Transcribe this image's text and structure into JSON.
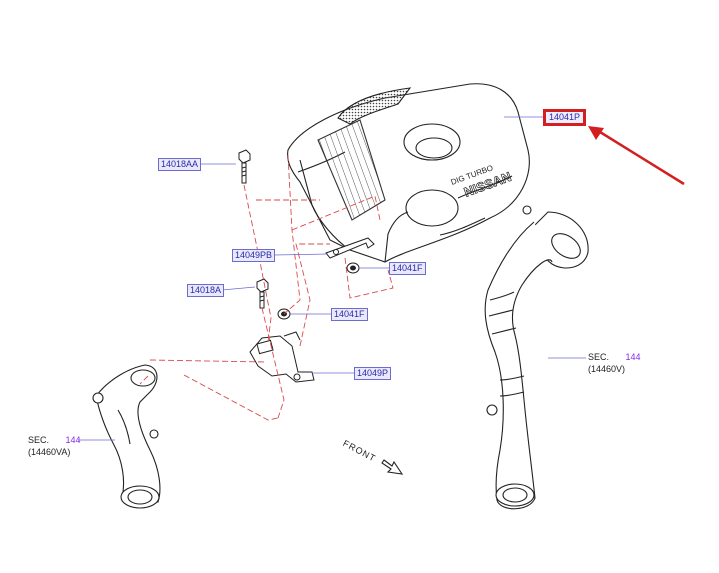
{
  "labels": {
    "p14041P": "14041P",
    "p14018AA": "14018AA",
    "p14049PB": "14049PB",
    "p14041F_a": "14041F",
    "p14018A": "14018A",
    "p14041F_b": "14041F",
    "p14049P": "14049P"
  },
  "sections": {
    "right": {
      "sec": "SEC.",
      "num": "144",
      "code": "(14460V)"
    },
    "left": {
      "sec": "SEC.",
      "num": "144",
      "code": "(14460VA)"
    }
  },
  "engine_cover_text": {
    "brand": "NISSAN",
    "engine": "DIG TURBO"
  },
  "front": "FRONT",
  "colors": {
    "label_text": "#2a2aa8",
    "label_bg": "#e9e9fb",
    "highlight": "#d21f1f",
    "section_number": "#8a2be2",
    "leader_dash": "#d94b4b"
  }
}
